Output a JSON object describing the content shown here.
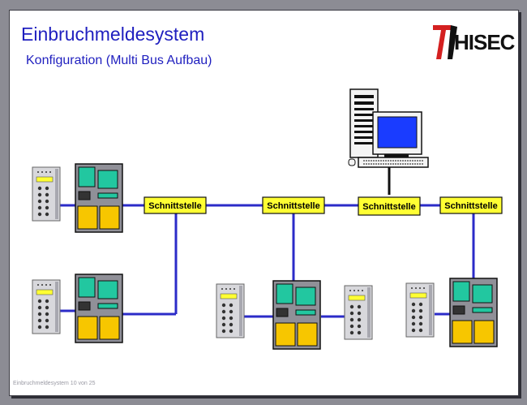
{
  "slide": {
    "title": "Einbruchmeldesystem",
    "subtitle": "Konfiguration (Multi Bus Aufbau)",
    "footer": "Einbruchmeldesystem 10 von 25"
  },
  "logo": {
    "text": "HISEC",
    "accent_color": "#d42020"
  },
  "interfaces": [
    {
      "label": "Schnittstelle"
    },
    {
      "label": "Schnittstelle"
    },
    {
      "label": "Schnittstelle"
    },
    {
      "label": "Schnittstelle"
    }
  ],
  "colors": {
    "bus_line": "#2b2bc8",
    "interface_fill": "#ffff33",
    "panel_teal": "#22c7a0",
    "panel_yellow": "#f7c600",
    "panel_grey": "#909098",
    "keypad_body": "#d8d8dc",
    "monitor_screen": "#1a3cff"
  },
  "icons": {
    "computer": "computer-workstation-icon",
    "control_panel": "alarm-control-panel-icon",
    "keypad": "keypad-icon"
  }
}
